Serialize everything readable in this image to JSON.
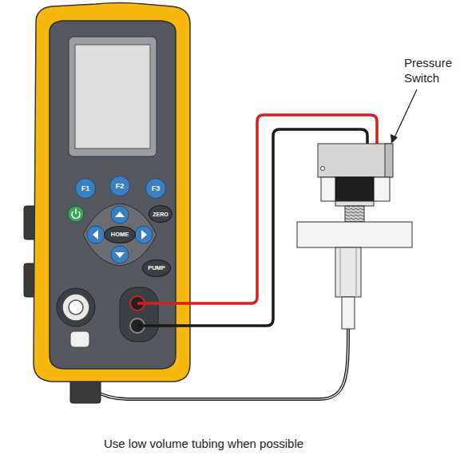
{
  "diagram": {
    "caption": "Use low volume tubing when possible",
    "nodes": [
      {
        "text": [
          "F1"
        ]
      },
      {
        "text": [
          "F2"
        ]
      },
      {
        "text": [
          "F3"
        ]
      },
      {
        "text": [
          "ZERO"
        ]
      },
      {
        "text": [
          "HOME"
        ]
      },
      {
        "text": [
          "PUMP"
        ]
      }
    ],
    "labels": [
      "Pressure Switch"
    ]
  }
}
